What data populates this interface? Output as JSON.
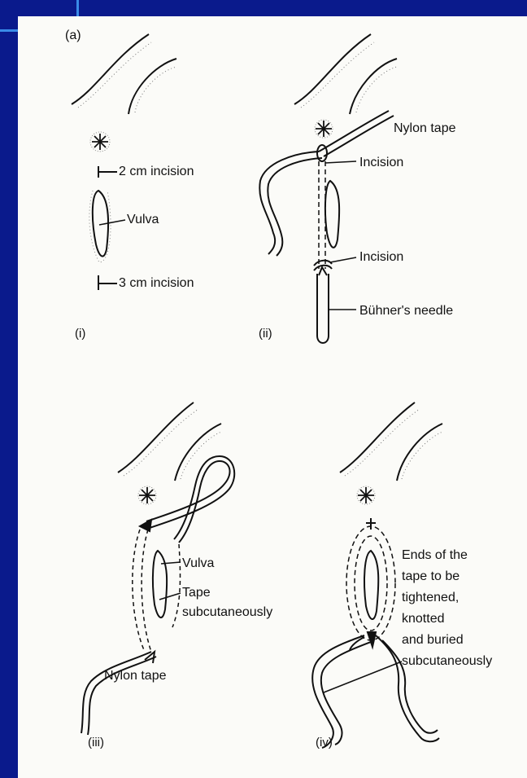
{
  "figure": {
    "part_label": "(a)",
    "panels": [
      {
        "numeral": "(i)",
        "labels": {
          "top_incision": "2 cm incision",
          "vulva": "Vulva",
          "bottom_incision": "3 cm incision"
        }
      },
      {
        "numeral": "(ii)",
        "labels": {
          "tape": "Nylon tape",
          "upper_incision": "Incision",
          "lower_incision": "Incision",
          "needle": "Bühner's needle"
        }
      },
      {
        "numeral": "(iii)",
        "labels": {
          "vulva": "Vulva",
          "tape_line1": "Tape",
          "tape_line2": "subcutaneously",
          "nylon": "Nylon tape"
        }
      },
      {
        "numeral": "(iv)",
        "labels": {
          "ends_lines": [
            "Ends of the",
            "tape to be",
            "tightened,",
            "knotted",
            "and buried",
            "subcutaneously"
          ]
        }
      }
    ]
  }
}
